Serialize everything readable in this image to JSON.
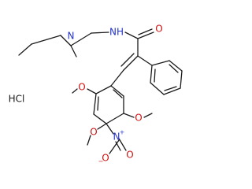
{
  "structure": {
    "labels": {
      "amine_n": "N",
      "amide_nh": "NH",
      "amide_o": "O",
      "ome_1": "O",
      "ome_2": "O",
      "ome_3": "O",
      "nitro_n": "N",
      "nitro_n_charge": "+",
      "nitro_o1": "O",
      "nitro_o2": "O",
      "nitro_o2_charge": "−",
      "salt": "HCl"
    }
  }
}
